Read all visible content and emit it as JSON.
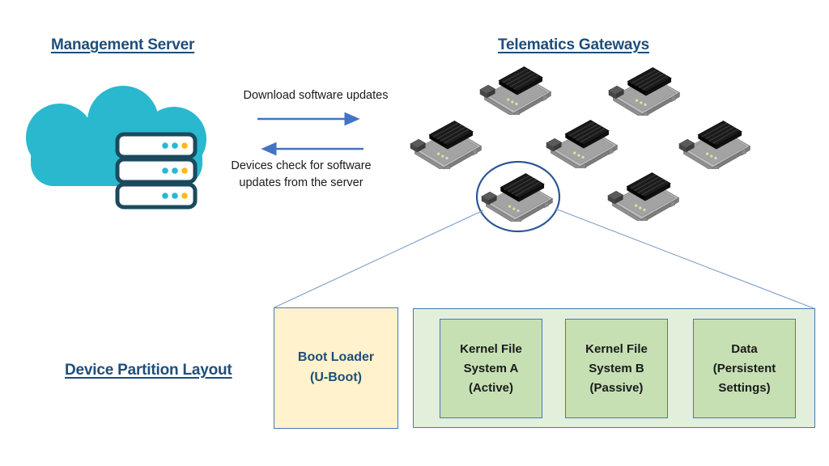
{
  "management_server": {
    "title": "Management Server",
    "icon": "cloud-server-icon"
  },
  "telematics_gateways": {
    "title": "Telematics Gateways",
    "device_count": 7,
    "icon": "gateway-device-icon"
  },
  "sync_flows": {
    "download_label": "Download software updates",
    "check_label": "Devices check for software\nupdates from the server"
  },
  "partition_layout": {
    "title": "Device Partition Layout",
    "boot_loader_label": "Boot Loader\n(U-Boot)",
    "partitions": [
      {
        "label": "Kernel File\nSystem A\n(Active)"
      },
      {
        "label": "Kernel File\nSystem B\n(Passive)"
      },
      {
        "label": "Data\n(Persistent\nSettings)"
      }
    ]
  },
  "colors": {
    "title_blue": "#1F4E79",
    "arrow_blue": "#4472C4",
    "callout_line_blue": "#7D9DC9",
    "highlight_circle_blue": "#2B5797",
    "cloud_teal": "#29B8CE",
    "server_outline": "#1B4A5E",
    "server_dot_teal": "#29B8CE",
    "server_dot_yellow": "#FBBB14",
    "boot_loader_fill": "#FFF2CC",
    "partition_container_fill": "#E2EFDA",
    "partition_box_fill": "#C6E0B4",
    "box_border_blue": "#4878B8"
  }
}
